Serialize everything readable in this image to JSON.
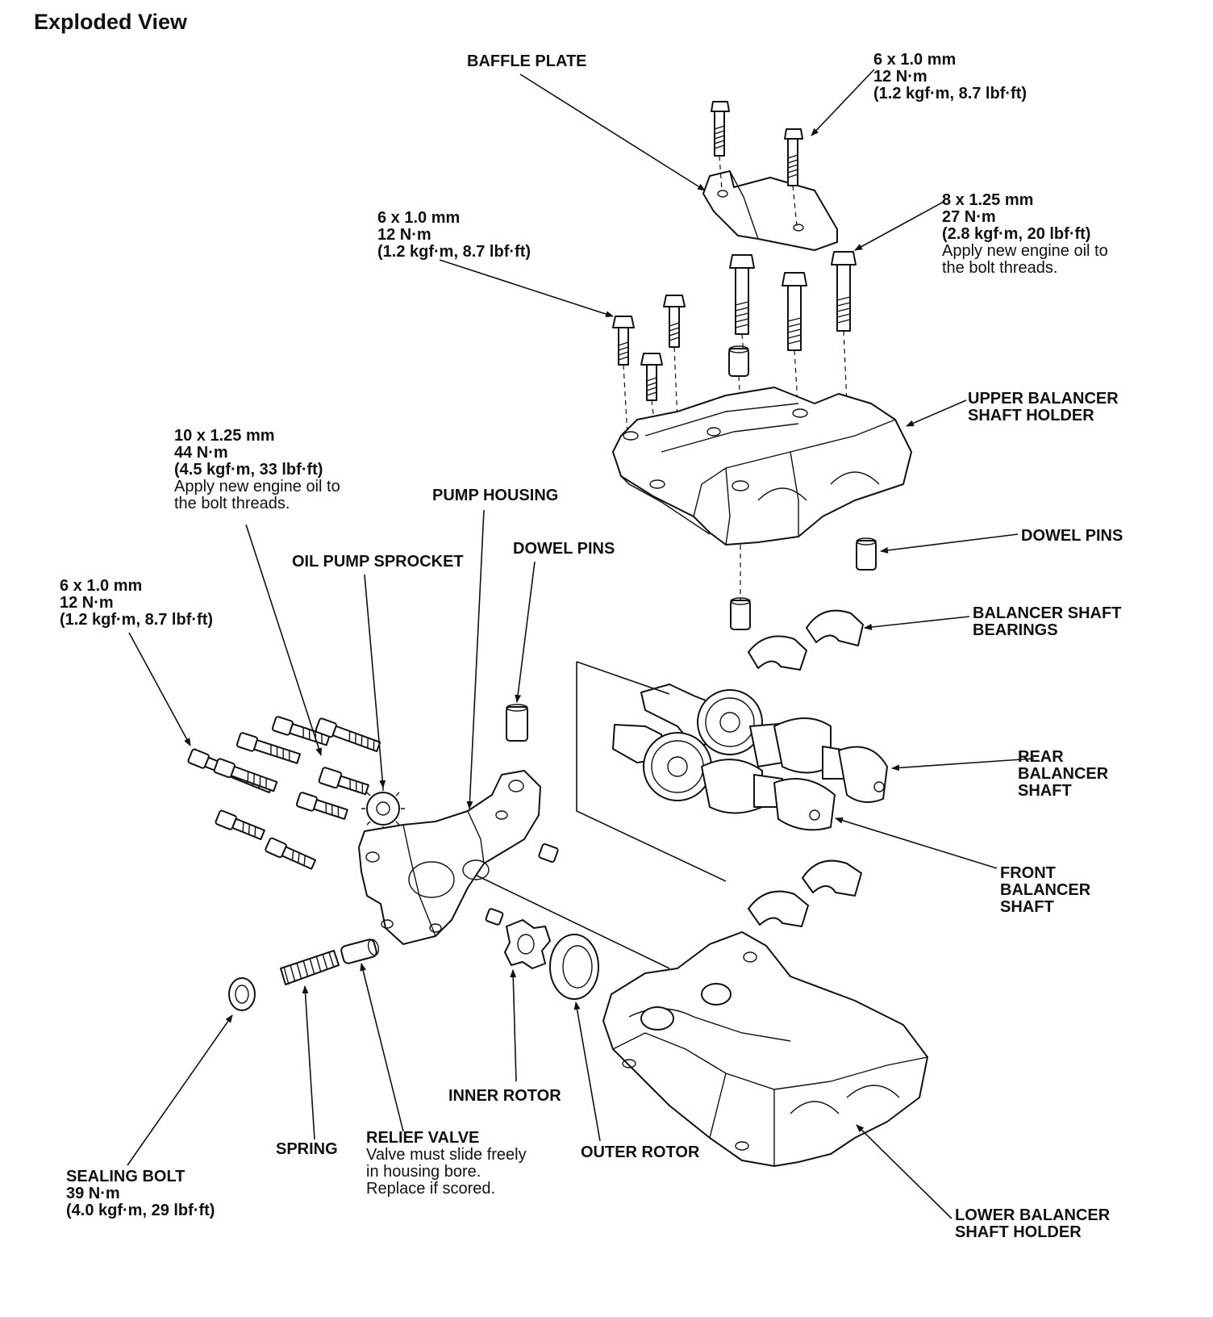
{
  "title": "Exploded View",
  "labels": {
    "baffle_plate": [
      "BAFFLE PLATE"
    ],
    "bolt_baffle": [
      "6 x 1.0 mm",
      "12 N·m",
      "(1.2 kgf·m, 8.7 lbf·ft)"
    ],
    "bolt_upper_small": [
      "6 x 1.0 mm",
      "12 N·m",
      "(1.2 kgf·m, 8.7 lbf·ft)"
    ],
    "bolt_upper_large": [
      "8 x 1.25 mm",
      "27 N·m",
      "(2.8 kgf·m, 20 lbf·ft)"
    ],
    "bolt_upper_large_note": [
      "Apply new engine oil to",
      "the bolt threads."
    ],
    "upper_holder": [
      "UPPER BALANCER",
      "SHAFT HOLDER"
    ],
    "dowel_pins_right": [
      "DOWEL PINS"
    ],
    "bearings": [
      "BALANCER SHAFT",
      "BEARINGS"
    ],
    "rear_shaft": [
      "REAR",
      "BALANCER",
      "SHAFT"
    ],
    "front_shaft": [
      "FRONT",
      "BALANCER",
      "SHAFT"
    ],
    "lower_holder": [
      "LOWER BALANCER",
      "SHAFT HOLDER"
    ],
    "bolt_10": [
      "10 x 1.25 mm",
      "44 N·m",
      "(4.5 kgf·m, 33 lbf·ft)"
    ],
    "bolt_10_note": [
      "Apply new engine oil to",
      "the bolt threads."
    ],
    "pump_housing": [
      "PUMP HOUSING"
    ],
    "oil_pump_sprocket": [
      "OIL PUMP SPROCKET"
    ],
    "dowel_pins_center": [
      "DOWEL PINS"
    ],
    "bolt_pump": [
      "6 x 1.0 mm",
      "12 N·m",
      "(1.2 kgf·m, 8.7 lbf·ft)"
    ],
    "inner_rotor": [
      "INNER ROTOR"
    ],
    "outer_rotor": [
      "OUTER ROTOR"
    ],
    "spring": [
      "SPRING"
    ],
    "relief_valve": [
      "RELIEF VALVE"
    ],
    "relief_valve_note": [
      "Valve must slide freely",
      "in housing bore.",
      "Replace if scored."
    ],
    "sealing_bolt": [
      "SEALING BOLT",
      "39 N·m",
      "(4.0 kgf·m, 29 lbf·ft)"
    ]
  }
}
